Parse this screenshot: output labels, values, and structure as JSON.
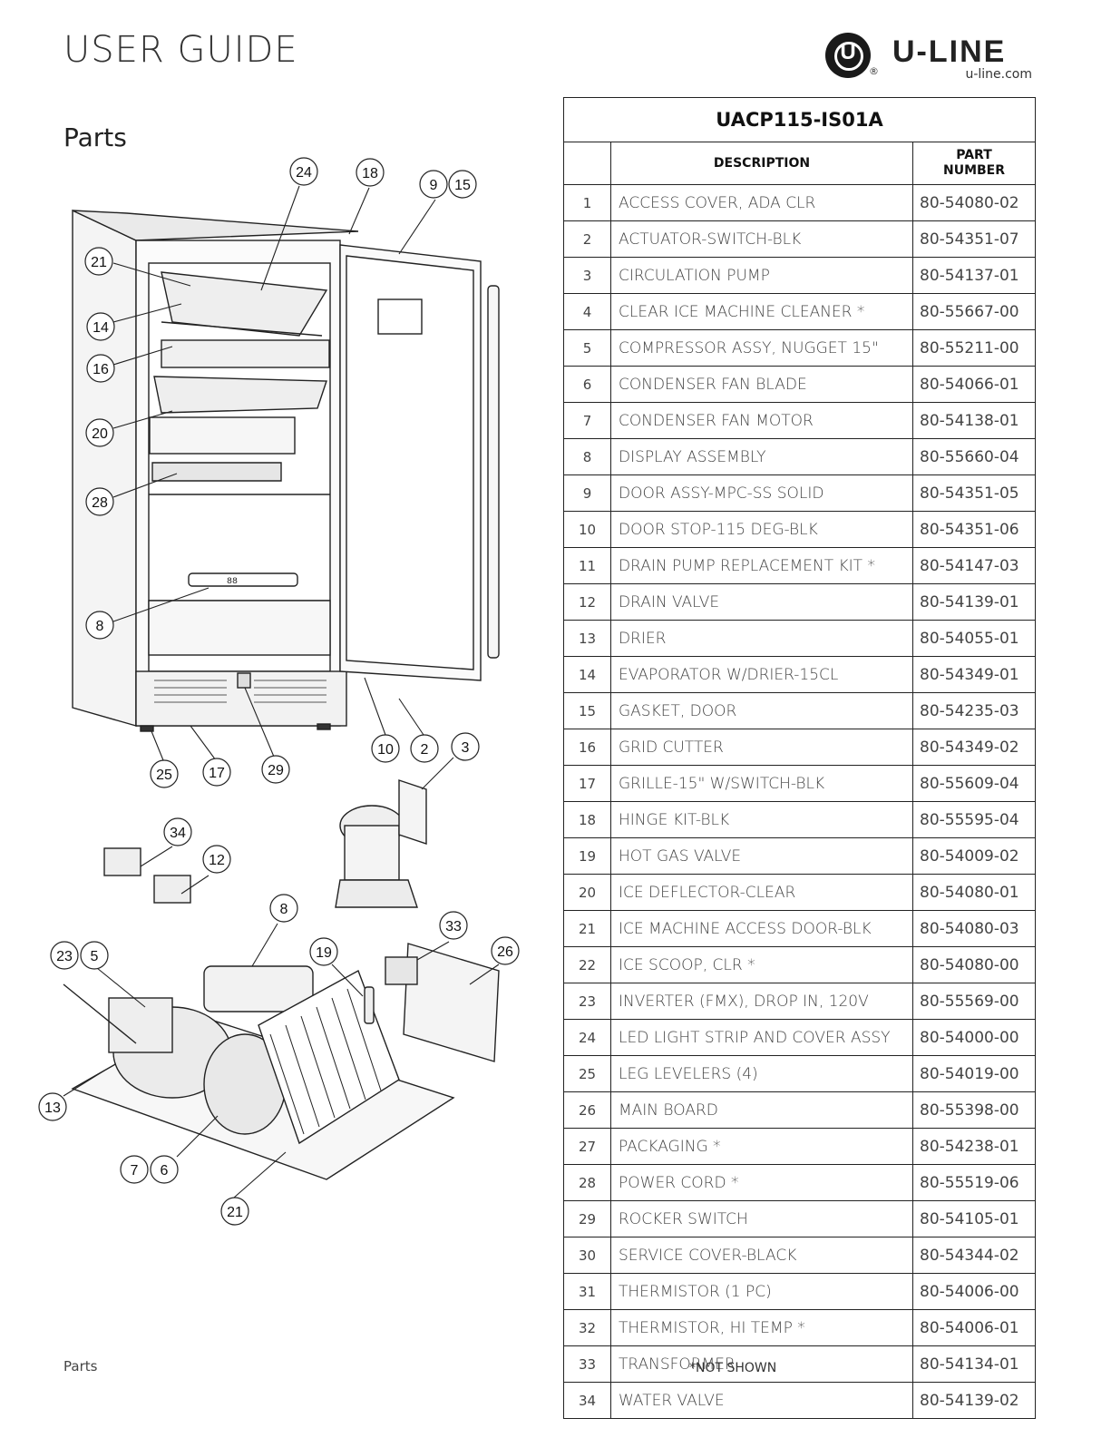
{
  "header": {
    "title": "USER GUIDE",
    "brand": "U-LINE",
    "brand_registered": "®",
    "brand_logo_letter": "U",
    "url": "u-line.com"
  },
  "section": {
    "title": "Parts"
  },
  "diagram": {
    "callouts": [
      "24",
      "18",
      "9",
      "15",
      "21",
      "14",
      "16",
      "20",
      "28",
      "8",
      "10",
      "2",
      "3",
      "25",
      "17",
      "29",
      "34",
      "12",
      "8",
      "33",
      "23",
      "5",
      "19",
      "26",
      "13",
      "7",
      "6",
      "21"
    ],
    "display_panel_text": "88"
  },
  "table": {
    "model": "UACP115-IS01A",
    "header_description": "DESCRIPTION",
    "header_part_number_line1": "PART",
    "header_part_number_line2": "NUMBER",
    "rows": [
      {
        "num": "1",
        "description": "ACCESS COVER, ADA CLR",
        "part": "80-54080-02"
      },
      {
        "num": "2",
        "description": "ACTUATOR-SWITCH-BLK",
        "part": "80-54351-07"
      },
      {
        "num": "3",
        "description": "CIRCULATION PUMP",
        "part": "80-54137-01"
      },
      {
        "num": "4",
        "description": "CLEAR ICE MACHINE CLEANER *",
        "part": "80-55667-00"
      },
      {
        "num": "5",
        "description": "COMPRESSOR ASSY, NUGGET 15\"",
        "part": "80-55211-00"
      },
      {
        "num": "6",
        "description": "CONDENSER FAN BLADE",
        "part": "80-54066-01"
      },
      {
        "num": "7",
        "description": "CONDENSER FAN MOTOR",
        "part": "80-54138-01"
      },
      {
        "num": "8",
        "description": "DISPLAY ASSEMBLY",
        "part": "80-55660-04"
      },
      {
        "num": "9",
        "description": "DOOR ASSY-MPC-SS SOLID",
        "part": "80-54351-05"
      },
      {
        "num": "10",
        "description": "DOOR STOP-115 DEG-BLK",
        "part": "80-54351-06"
      },
      {
        "num": "11",
        "description": "DRAIN PUMP REPLACEMENT KIT *",
        "part": "80-54147-03"
      },
      {
        "num": "12",
        "description": "DRAIN VALVE",
        "part": "80-54139-01"
      },
      {
        "num": "13",
        "description": "DRIER",
        "part": "80-54055-01"
      },
      {
        "num": "14",
        "description": "EVAPORATOR W/DRIER-15CL",
        "part": "80-54349-01"
      },
      {
        "num": "15",
        "description": "GASKET, DOOR",
        "part": "80-54235-03"
      },
      {
        "num": "16",
        "description": "GRID CUTTER",
        "part": "80-54349-02"
      },
      {
        "num": "17",
        "description": "GRILLE-15\" W/SWITCH-BLK",
        "part": "80-55609-04"
      },
      {
        "num": "18",
        "description": "HINGE KIT-BLK",
        "part": "80-55595-04"
      },
      {
        "num": "19",
        "description": "HOT GAS VALVE",
        "part": "80-54009-02"
      },
      {
        "num": "20",
        "description": "ICE DEFLECTOR-CLEAR",
        "part": "80-54080-01"
      },
      {
        "num": "21",
        "description": "ICE MACHINE ACCESS DOOR-BLK",
        "part": "80-54080-03"
      },
      {
        "num": "22",
        "description": "ICE SCOOP, CLR *",
        "part": "80-54080-00"
      },
      {
        "num": "23",
        "description": "INVERTER (FMX), DROP IN, 120V",
        "part": "80-55569-00"
      },
      {
        "num": "24",
        "description": "LED LIGHT STRIP AND COVER ASSY",
        "part": "80-54000-00"
      },
      {
        "num": "25",
        "description": "LEG LEVELERS (4)",
        "part": "80-54019-00"
      },
      {
        "num": "26",
        "description": "MAIN BOARD",
        "part": "80-55398-00"
      },
      {
        "num": "27",
        "description": "PACKAGING *",
        "part": "80-54238-01"
      },
      {
        "num": "28",
        "description": "POWER CORD *",
        "part": "80-55519-06"
      },
      {
        "num": "29",
        "description": "ROCKER SWITCH",
        "part": "80-54105-01"
      },
      {
        "num": "30",
        "description": "SERVICE COVER-BLACK",
        "part": "80-54344-02"
      },
      {
        "num": "31",
        "description": "THERMISTOR (1 PC)",
        "part": "80-54006-00"
      },
      {
        "num": "32",
        "description": "THERMISTOR, HI TEMP *",
        "part": "80-54006-01"
      },
      {
        "num": "33",
        "description": "TRANSFORMER",
        "part": "80-54134-01"
      },
      {
        "num": "34",
        "description": "WATER VALVE",
        "part": "80-54139-02"
      }
    ]
  },
  "footnote": "*NOT SHOWN",
  "footer": {
    "label": "Parts"
  }
}
